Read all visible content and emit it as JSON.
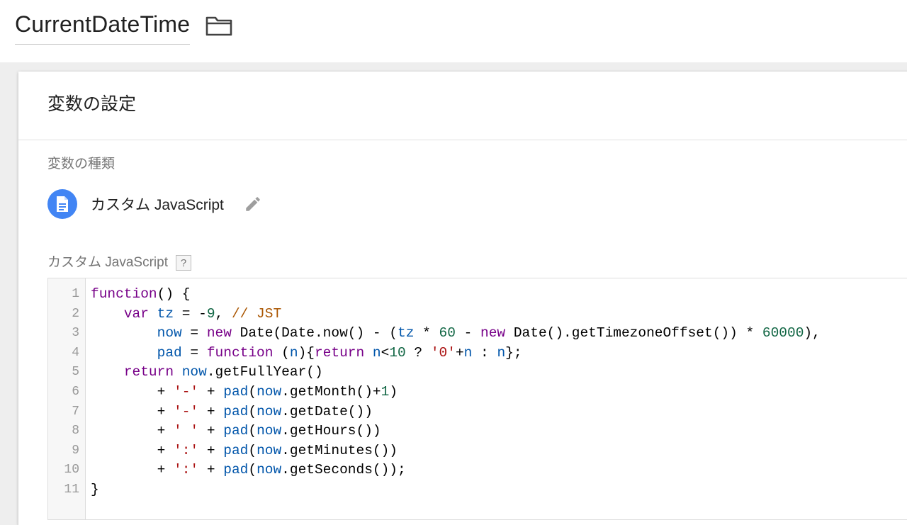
{
  "header": {
    "title": "CurrentDateTime",
    "folder_icon": "folder-icon"
  },
  "panel": {
    "title": "変数の設定",
    "type_section_label": "変数の種類",
    "type_name": "カスタム JavaScript",
    "type_icon": "document-icon",
    "edit_icon": "pencil-icon",
    "code_label": "カスタム JavaScript",
    "help_label": "?"
  },
  "editor": {
    "line_numbers": [
      "1",
      "2",
      "3",
      "4",
      "5",
      "6",
      "7",
      "8",
      "9",
      "10",
      "11"
    ],
    "lines": [
      [
        {
          "t": "function",
          "c": "kw"
        },
        {
          "t": "() {",
          "c": ""
        }
      ],
      [
        {
          "t": "    ",
          "c": ""
        },
        {
          "t": "var",
          "c": "kw"
        },
        {
          "t": " ",
          "c": ""
        },
        {
          "t": "tz",
          "c": "var"
        },
        {
          "t": " = -",
          "c": ""
        },
        {
          "t": "9",
          "c": "num"
        },
        {
          "t": ", ",
          "c": ""
        },
        {
          "t": "// JST",
          "c": "cmt"
        }
      ],
      [
        {
          "t": "        ",
          "c": ""
        },
        {
          "t": "now",
          "c": "var"
        },
        {
          "t": " = ",
          "c": ""
        },
        {
          "t": "new",
          "c": "kw"
        },
        {
          "t": " Date(Date.now() - (",
          "c": ""
        },
        {
          "t": "tz",
          "c": "var"
        },
        {
          "t": " * ",
          "c": ""
        },
        {
          "t": "60",
          "c": "num"
        },
        {
          "t": " - ",
          "c": ""
        },
        {
          "t": "new",
          "c": "kw"
        },
        {
          "t": " Date().getTimezoneOffset()) * ",
          "c": ""
        },
        {
          "t": "60000",
          "c": "num"
        },
        {
          "t": "),",
          "c": ""
        }
      ],
      [
        {
          "t": "        ",
          "c": ""
        },
        {
          "t": "pad",
          "c": "var"
        },
        {
          "t": " = ",
          "c": ""
        },
        {
          "t": "function",
          "c": "kw"
        },
        {
          "t": " (",
          "c": ""
        },
        {
          "t": "n",
          "c": "var"
        },
        {
          "t": "){",
          "c": ""
        },
        {
          "t": "return",
          "c": "kw"
        },
        {
          "t": " ",
          "c": ""
        },
        {
          "t": "n",
          "c": "var"
        },
        {
          "t": "<",
          "c": ""
        },
        {
          "t": "10",
          "c": "num"
        },
        {
          "t": " ? ",
          "c": ""
        },
        {
          "t": "'0'",
          "c": "str"
        },
        {
          "t": "+",
          "c": ""
        },
        {
          "t": "n",
          "c": "var"
        },
        {
          "t": " : ",
          "c": ""
        },
        {
          "t": "n",
          "c": "var"
        },
        {
          "t": "};",
          "c": ""
        }
      ],
      [
        {
          "t": "    ",
          "c": ""
        },
        {
          "t": "return",
          "c": "kw"
        },
        {
          "t": " ",
          "c": ""
        },
        {
          "t": "now",
          "c": "var"
        },
        {
          "t": ".getFullYear()",
          "c": ""
        }
      ],
      [
        {
          "t": "        + ",
          "c": ""
        },
        {
          "t": "'-'",
          "c": "str"
        },
        {
          "t": " + ",
          "c": ""
        },
        {
          "t": "pad",
          "c": "var"
        },
        {
          "t": "(",
          "c": ""
        },
        {
          "t": "now",
          "c": "var"
        },
        {
          "t": ".getMonth()+",
          "c": ""
        },
        {
          "t": "1",
          "c": "num"
        },
        {
          "t": ")",
          "c": ""
        }
      ],
      [
        {
          "t": "        + ",
          "c": ""
        },
        {
          "t": "'-'",
          "c": "str"
        },
        {
          "t": " + ",
          "c": ""
        },
        {
          "t": "pad",
          "c": "var"
        },
        {
          "t": "(",
          "c": ""
        },
        {
          "t": "now",
          "c": "var"
        },
        {
          "t": ".getDate())",
          "c": ""
        }
      ],
      [
        {
          "t": "        + ",
          "c": ""
        },
        {
          "t": "' '",
          "c": "str"
        },
        {
          "t": " + ",
          "c": ""
        },
        {
          "t": "pad",
          "c": "var"
        },
        {
          "t": "(",
          "c": ""
        },
        {
          "t": "now",
          "c": "var"
        },
        {
          "t": ".getHours())",
          "c": ""
        }
      ],
      [
        {
          "t": "        + ",
          "c": ""
        },
        {
          "t": "':'",
          "c": "str"
        },
        {
          "t": " + ",
          "c": ""
        },
        {
          "t": "pad",
          "c": "var"
        },
        {
          "t": "(",
          "c": ""
        },
        {
          "t": "now",
          "c": "var"
        },
        {
          "t": ".getMinutes())",
          "c": ""
        }
      ],
      [
        {
          "t": "        + ",
          "c": ""
        },
        {
          "t": "':'",
          "c": "str"
        },
        {
          "t": " + ",
          "c": ""
        },
        {
          "t": "pad",
          "c": "var"
        },
        {
          "t": "(",
          "c": ""
        },
        {
          "t": "now",
          "c": "var"
        },
        {
          "t": ".getSeconds());",
          "c": ""
        }
      ],
      [
        {
          "t": "}",
          "c": ""
        }
      ]
    ]
  }
}
